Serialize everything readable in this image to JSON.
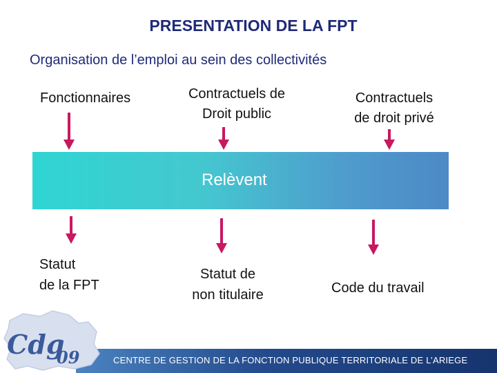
{
  "title": "PRESENTATION DE LA FPT",
  "subtitle": "Organisation de l’emploi au sein des collectivités",
  "categories": [
    {
      "line1": "Fonctionnaires",
      "line2": ""
    },
    {
      "line1": "Contractuels de",
      "line2": "Droit public"
    },
    {
      "line1": "Contractuels",
      "line2": "de droit  privé"
    }
  ],
  "band_label": "Relèvent",
  "results": [
    {
      "line1": "Statut",
      "line2": "de la FPT"
    },
    {
      "line1": "Statut de",
      "line2": "non titulaire"
    },
    {
      "line1": "Code du travail",
      "line2": ""
    }
  ],
  "footer": "CENTRE DE GESTION DE LA FONCTION PUBLIQUE TERRITORIALE DE L’ARIEGE",
  "logo_text": "Cdg09",
  "colors": {
    "title": "#1f2a78",
    "arrow": "#c81860",
    "band_start": "#2fd5d2",
    "band_end": "#4d89c6",
    "footer": "#16346e"
  }
}
